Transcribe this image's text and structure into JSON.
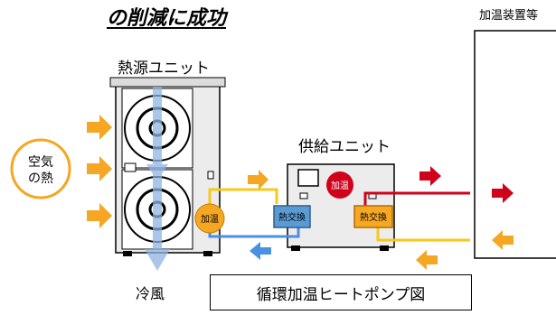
{
  "title": "の削減に成功",
  "facility_label": "加温装置等",
  "source_unit_label": "熱源ユニット",
  "supply_unit_label": "供給ユニット",
  "air_heat_label": "空気\nの熱",
  "cold_air_label": "冷風",
  "heating_label_source": "加温",
  "heating_label_supply": "加温",
  "heat_exchanger_label_1": "熱交換",
  "heat_exchanger_label_2": "熱交換",
  "caption": "循環加温ヒートポンプ図",
  "colors": {
    "warm_arrow": "#F5A623",
    "hot_pipe": "#D0021B",
    "warm_pipe": "#F8C81C",
    "cold_pipe": "#4A90E2",
    "heat_circle": "#F5A623",
    "exchanger_blue": "#5B9BD5",
    "exchanger_orange": "#F7A823",
    "unit_gray": "#E6E6E6"
  }
}
